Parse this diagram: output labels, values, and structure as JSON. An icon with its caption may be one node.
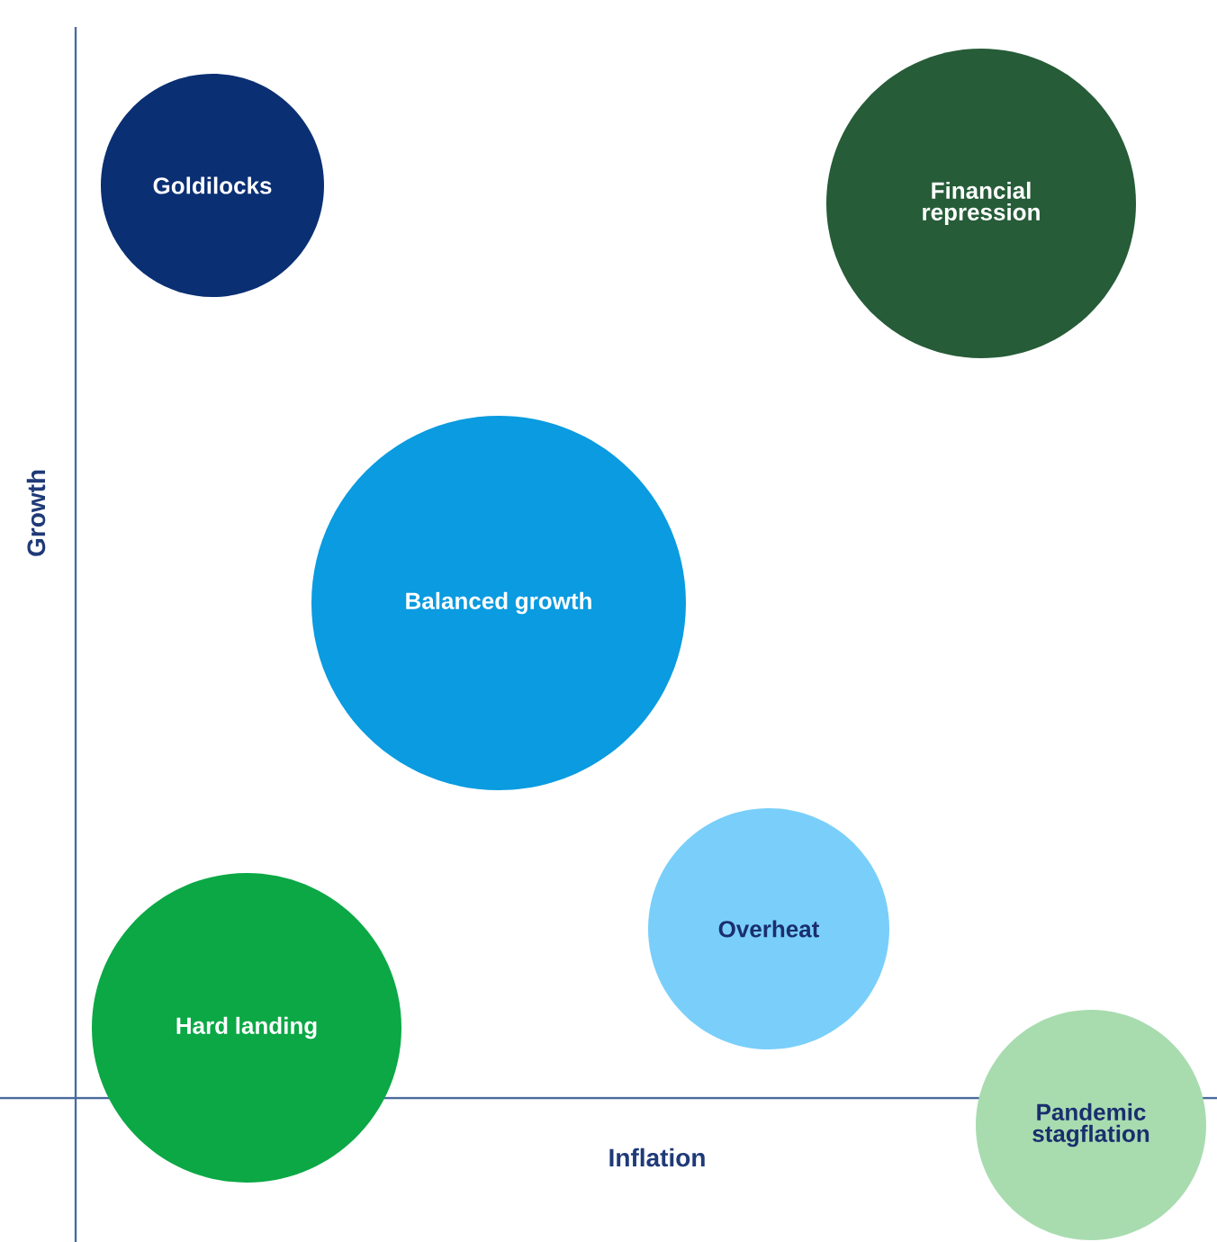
{
  "diagram": {
    "nodes": [
      {
        "text": [
          "Goldilocks"
        ]
      },
      {
        "text": [
          "Financial repression"
        ]
      },
      {
        "text": [
          "Balanced growth"
        ]
      },
      {
        "text": [
          "Overheat"
        ]
      },
      {
        "text": [
          "Hard landing"
        ]
      },
      {
        "text": [
          "Pandemic stagflation"
        ]
      }
    ],
    "labels": [
      "Growth",
      "Inflation"
    ]
  }
}
